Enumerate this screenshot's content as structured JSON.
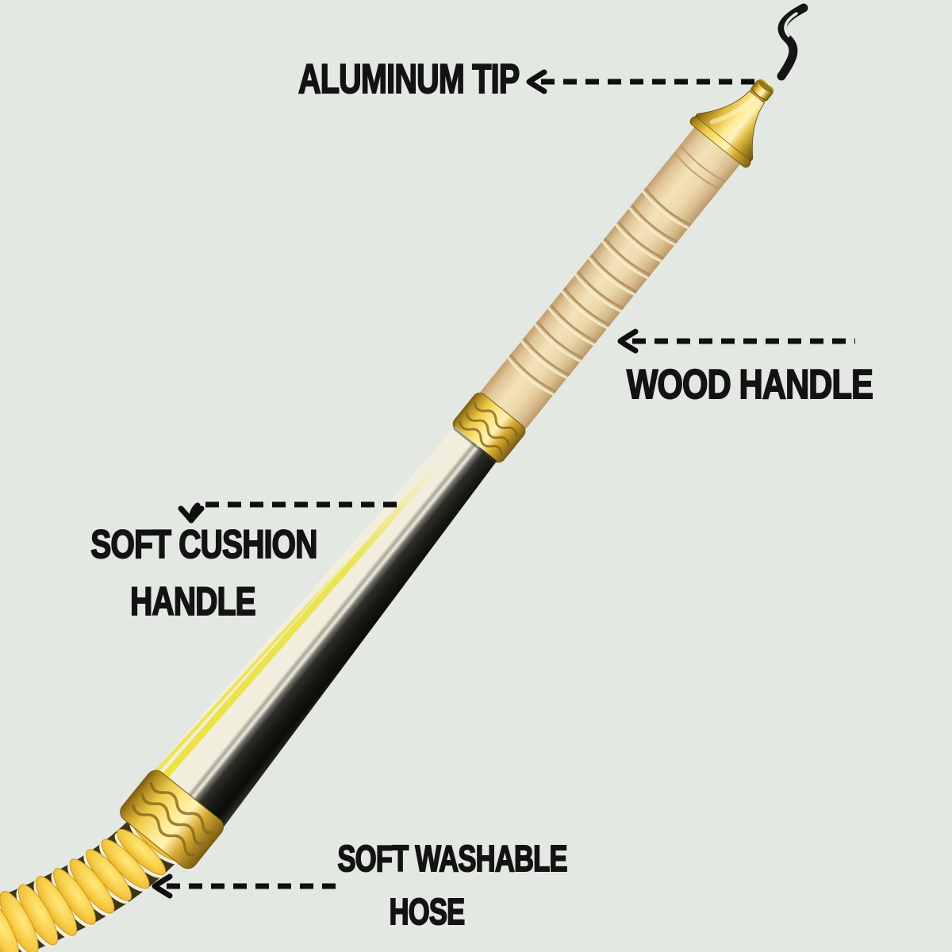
{
  "diagram": {
    "background_color": "#e3e8e3",
    "annotations": [
      {
        "id": "aluminum-tip",
        "lines": [
          "ALUMINUM TIP"
        ]
      },
      {
        "id": "wood-handle",
        "lines": [
          "WOOD HANDLE"
        ]
      },
      {
        "id": "soft-cushion-handle",
        "lines": [
          "SOFT CUSHION",
          "HANDLE"
        ]
      },
      {
        "id": "soft-washable-hose",
        "lines": [
          "SOFT WASHABLE",
          "HOSE"
        ]
      }
    ],
    "colors": {
      "label_text": "#131313",
      "arrow": "#0f0f0f",
      "gold": "#e8c24a",
      "wood": "#f2e2ba",
      "hose_yellow": "#f9d14d",
      "handle_dark": "#171714",
      "handle_cream": "#f2eedd",
      "smoke": "#151515"
    }
  }
}
